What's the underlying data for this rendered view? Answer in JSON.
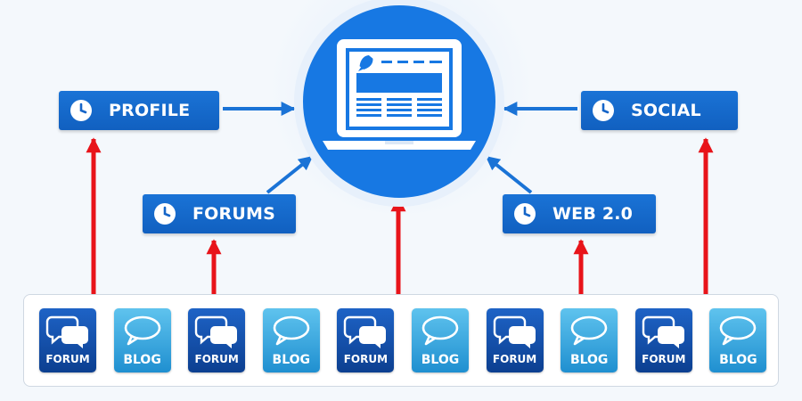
{
  "colors": {
    "background": "#f4f8fc",
    "hub_blue": "#1778e3",
    "box_blue": "#1565c8",
    "blue_arrow": "#1a73d6",
    "red_arrow": "#e8141a",
    "forum_tile": "#1552b0",
    "blog_tile": "#3aa7e0"
  },
  "hub": {
    "icons": [
      "laptop-icon",
      "rocket-icon"
    ]
  },
  "label_boxes": {
    "profile": {
      "label": "PROFILE",
      "icon": "clock-icon"
    },
    "social": {
      "label": "SOCIAL",
      "icon": "clock-icon"
    },
    "forums": {
      "label": "FORUMS",
      "icon": "clock-icon"
    },
    "web20": {
      "label": "WEB 2.0",
      "icon": "clock-icon"
    }
  },
  "source_tiles": [
    {
      "label": "FORUM",
      "kind": "forum",
      "icon": "double-chat-bubble-icon"
    },
    {
      "label": "BLOG",
      "kind": "blog",
      "icon": "chat-bubble-icon"
    },
    {
      "label": "FORUM",
      "kind": "forum",
      "icon": "double-chat-bubble-icon"
    },
    {
      "label": "BLOG",
      "kind": "blog",
      "icon": "chat-bubble-icon"
    },
    {
      "label": "FORUM",
      "kind": "forum",
      "icon": "double-chat-bubble-icon"
    },
    {
      "label": "BLOG",
      "kind": "blog",
      "icon": "chat-bubble-icon"
    },
    {
      "label": "FORUM",
      "kind": "forum",
      "icon": "double-chat-bubble-icon"
    },
    {
      "label": "BLOG",
      "kind": "blog",
      "icon": "chat-bubble-icon"
    },
    {
      "label": "FORUM",
      "kind": "forum",
      "icon": "double-chat-bubble-icon"
    },
    {
      "label": "BLOG",
      "kind": "blog",
      "icon": "chat-bubble-icon"
    }
  ]
}
